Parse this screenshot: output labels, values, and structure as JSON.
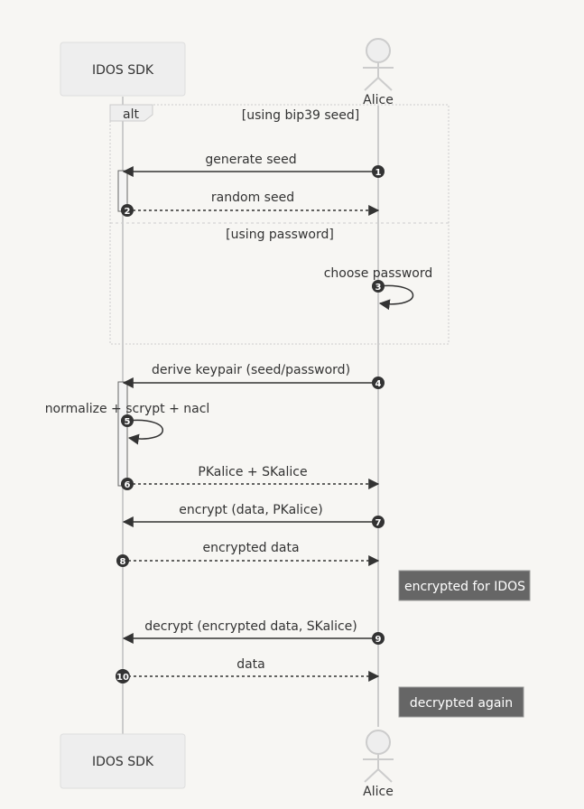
{
  "participants": {
    "sdk": {
      "label": "IDOS SDK"
    },
    "alice": {
      "label": "Alice"
    }
  },
  "alt": {
    "keyword": "alt",
    "condition1": "[using bip39 seed]",
    "condition2": "[using password]"
  },
  "messages": [
    {
      "num": "1",
      "label": "generate seed"
    },
    {
      "num": "2",
      "label": "random seed"
    },
    {
      "num": "3",
      "label": "choose password"
    },
    {
      "num": "4",
      "label": "derive keypair (seed/password)"
    },
    {
      "num": "5",
      "label": "normalize + scrypt + nacl"
    },
    {
      "num": "6",
      "label": "PKalice + SKalice"
    },
    {
      "num": "7",
      "label": "encrypt (data, PKalice)"
    },
    {
      "num": "8",
      "label": "encrypted data"
    },
    {
      "num": "9",
      "label": "decrypt (encrypted data, SKalice)"
    },
    {
      "num": "10",
      "label": "data"
    }
  ],
  "notes": [
    {
      "label": "encrypted for IDOS"
    },
    {
      "label": "decrypted again"
    }
  ],
  "colors": {
    "line": "#333333",
    "lifeline": "#cccccc",
    "box_fill": "#eeeeee",
    "box_stroke": "#dddddd",
    "note_fill": "#666666",
    "note_stroke": "#999999",
    "badge": "#333333"
  }
}
